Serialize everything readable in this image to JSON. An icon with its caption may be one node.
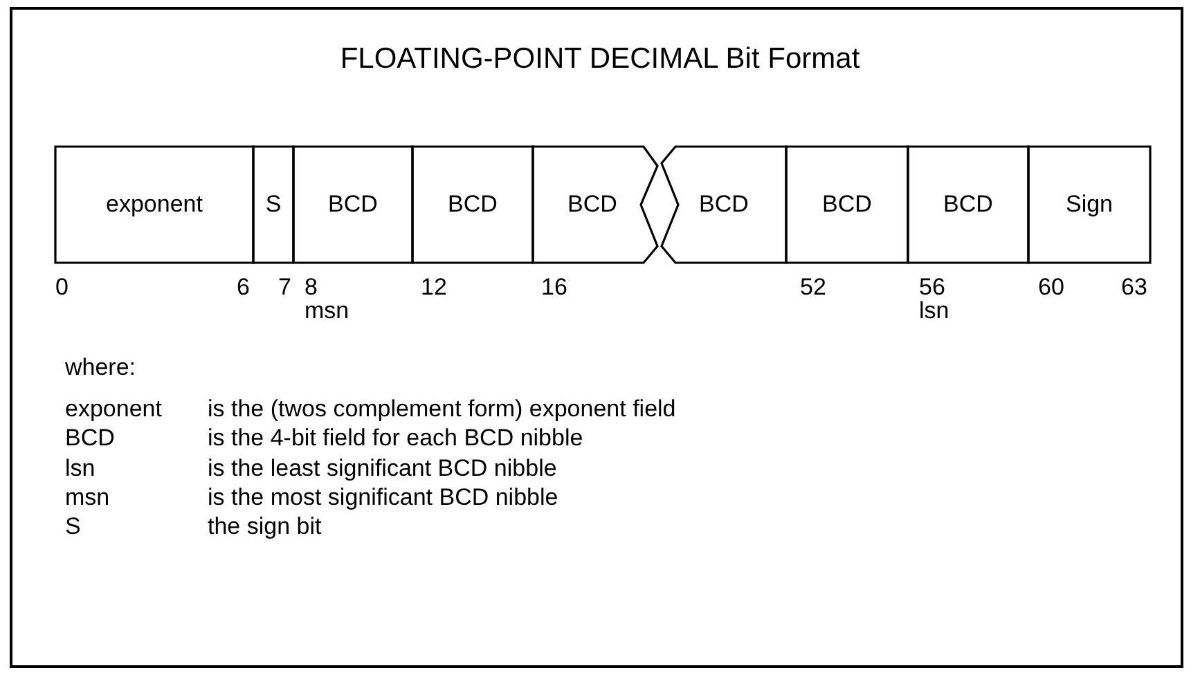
{
  "diagram": {
    "title": "FLOATING-POINT DECIMAL Bit Format",
    "nodes": [
      {
        "text": [
          "exponent"
        ]
      },
      {
        "text": [
          "S"
        ]
      },
      {
        "text": [
          "BCD"
        ]
      },
      {
        "text": [
          "BCD"
        ]
      },
      {
        "text": [
          "BCD"
        ]
      },
      {
        "text": [
          "BCD"
        ]
      },
      {
        "text": [
          "BCD"
        ]
      },
      {
        "text": [
          "BCD"
        ]
      },
      {
        "text": [
          "Sign"
        ]
      }
    ],
    "labels": [
      "0",
      "6",
      "7",
      "8",
      "12",
      "16",
      "52",
      "56",
      "60",
      "63",
      "msn",
      "lsn",
      "where:",
      "exponent",
      "is the (twos complement form) exponent field",
      "BCD",
      "is the 4-bit field for each BCD nibble",
      "lsn",
      "is the least significant BCD nibble",
      "msn",
      "is the most significant BCD nibble",
      "S",
      "the sign bit"
    ]
  }
}
